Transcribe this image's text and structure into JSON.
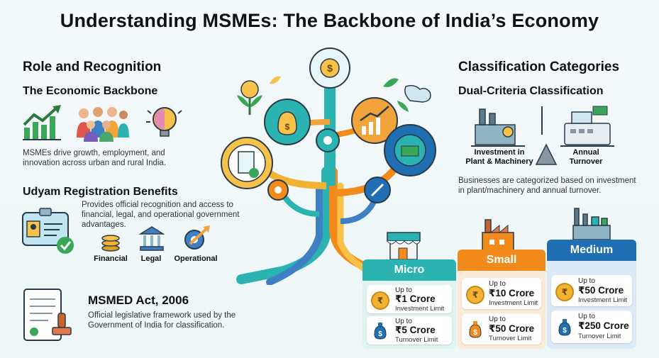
{
  "title": "Understanding MSMEs: The Backbone of India’s Economy",
  "left": {
    "section_title": "Role and Recognition",
    "backbone": {
      "heading": "The Economic Backbone",
      "text_line1": "MSMEs drive growth, employment, and",
      "text_line2": "innovation across urban and rural India."
    },
    "udyam": {
      "heading": "Udyam Registration Benefits",
      "text_line1": "Provides official recognition and access to",
      "text_line2": "financial, legal, and operational government",
      "text_line3": "advantages.",
      "benefits": [
        "Financial",
        "Legal",
        "Operational"
      ]
    },
    "act": {
      "heading": "MSMED Act, 2006",
      "text_line1": "Official legislative framework used by the",
      "text_line2": "Government of India for classification."
    }
  },
  "right": {
    "section_title": "Classification Categories",
    "dual": {
      "heading": "Dual-Criteria Classification",
      "criteria_left_line1": "Investment in",
      "criteria_left_line2": "Plant & Machinery",
      "criteria_right_line1": "Annual",
      "criteria_right_line2": "Turnover",
      "text_line1": "Businesses are categorized based on investment",
      "text_line2": "in plant/machinery and annual turnover."
    },
    "tiers": [
      {
        "name": "Micro",
        "color": "#2bb3b1",
        "investment": {
          "upto": "Up to",
          "amount": "₹1 Crore",
          "limit": "Investment Limit"
        },
        "turnover": {
          "upto": "Up to",
          "amount": "₹5 Crore",
          "limit": "Turnover Limit"
        }
      },
      {
        "name": "Small",
        "color": "#f28a1c",
        "investment": {
          "upto": "Up to",
          "amount": "₹10 Crore",
          "limit": "Investment Limit"
        },
        "turnover": {
          "upto": "Up to",
          "amount": "₹50 Crore",
          "limit": "Turnover Limit"
        }
      },
      {
        "name": "Medium",
        "color": "#1f6fb2",
        "investment": {
          "upto": "Up to",
          "amount": "₹50 Crore",
          "limit": "Investment Limit"
        },
        "turnover": {
          "upto": "Up to",
          "amount": "₹250 Crore",
          "limit": "Turnover Limit"
        }
      }
    ]
  },
  "icons": {
    "coin_symbol": "₹",
    "bag_symbol": "$"
  },
  "colors": {
    "teal": "#2bb3b1",
    "orange": "#f28a1c",
    "blue": "#1f6fb2",
    "green": "#5cb85c",
    "gold": "#f2b233"
  }
}
